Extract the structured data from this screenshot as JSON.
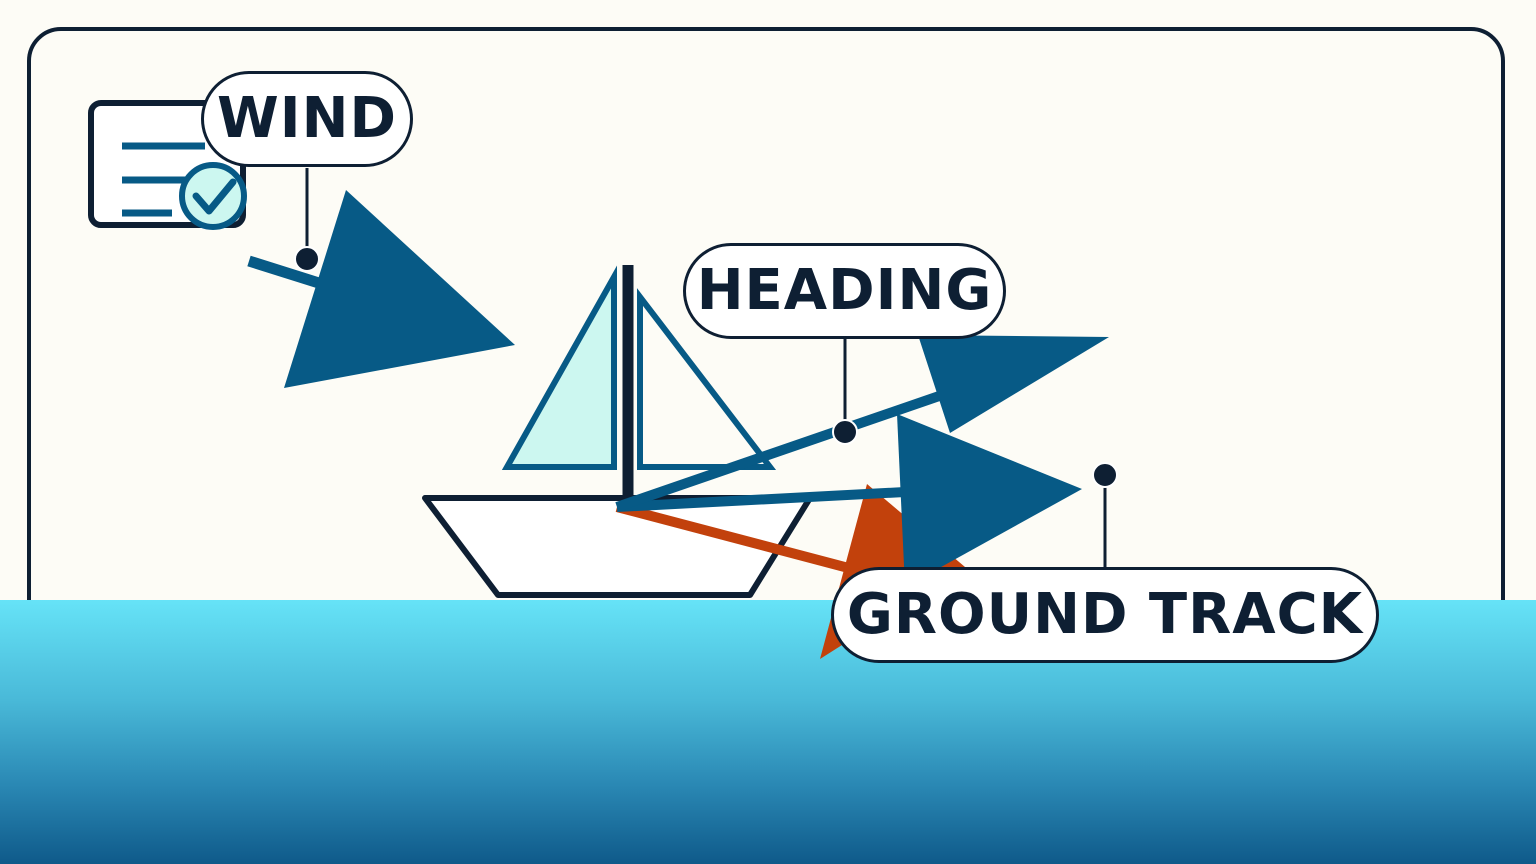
{
  "labels": {
    "wind": "WIND",
    "heading": "HEADING",
    "ground_track": "GROUND TRACK"
  },
  "icons": {
    "checklist": "checklist-document-icon",
    "check": "check-circle-icon",
    "boat": "sailboat-icon"
  },
  "colors": {
    "frame": "#0e1f33",
    "wind_arrow": "#075a86",
    "heading_arrow": "#075a86",
    "ground_track_arrow": "#c2410c",
    "sail": "#ccf7f0",
    "water_top": "#66e3f7",
    "water_bottom": "#0f5a8a",
    "background": "#fdfcf6"
  }
}
